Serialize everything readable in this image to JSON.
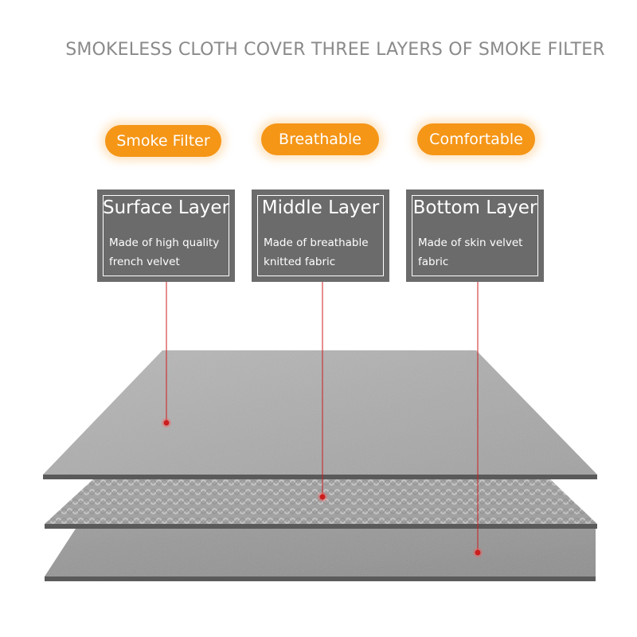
{
  "title": "SMOKELESS CLOTH COVER THREE LAYERS OF SMOKE FILTER",
  "badges": [
    "Smoke Filter",
    "Breathable",
    "Comfortable"
  ],
  "layers": [
    {
      "name": "Surface Layer",
      "lines": [
        "Made of high quality",
        "french velvet"
      ]
    },
    {
      "name": "Middle Layer",
      "lines": [
        "Made of breathable",
        "knitted fabric"
      ]
    },
    {
      "name": "Bottom Layer",
      "lines": [
        "Made of skin velvet",
        "fabric"
      ]
    }
  ],
  "colors": {
    "accent": "#f59617",
    "card": "#6b6b6b",
    "pointer": "#cc1e1e",
    "title": "#8a8a8a"
  }
}
